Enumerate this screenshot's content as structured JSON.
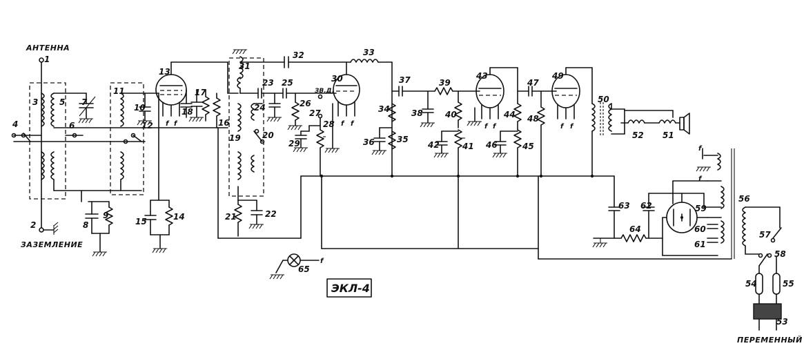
{
  "captions": {
    "antenna": "АНТЕННА",
    "ground": "ЗАЗЕМЛЕНИЕ",
    "ac_power": "ПЕРЕМЕННЫЙ ТОК",
    "model": "ЭКЛ-4",
    "pickup": "ЗВ.Д."
  },
  "component_numbers": [
    "1",
    "2",
    "3",
    "4",
    "5",
    "6",
    "7",
    "8",
    "9",
    "10",
    "11",
    "12",
    "13",
    "14",
    "15",
    "16",
    "17",
    "18",
    "19",
    "20",
    "21",
    "22",
    "23",
    "24",
    "25",
    "26",
    "27",
    "28",
    "29",
    "30",
    "31",
    "32",
    "33",
    "34",
    "35",
    "36",
    "37",
    "38",
    "39",
    "40",
    "41",
    "42",
    "43",
    "44",
    "45",
    "46",
    "47",
    "48",
    "49",
    "50",
    "51",
    "52",
    "53",
    "54",
    "55",
    "56",
    "57",
    "58",
    "59",
    "60",
    "61",
    "62",
    "63",
    "64",
    "65"
  ],
  "colors": {
    "ink": "#111111",
    "paper": "#ffffff"
  }
}
